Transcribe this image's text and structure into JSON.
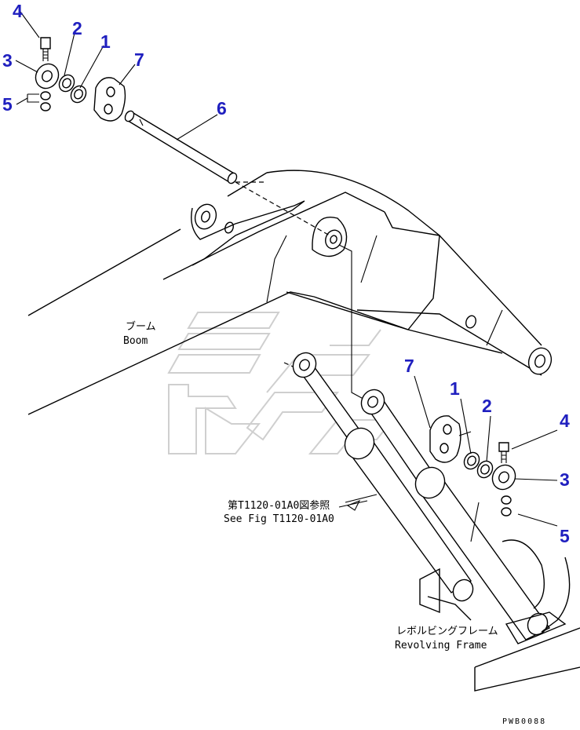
{
  "callouts": {
    "top": {
      "c4": "4",
      "c2": "2",
      "c1": "1",
      "c7": "7",
      "c3": "3",
      "c5": "5",
      "c6": "6"
    },
    "right": {
      "c7": "7",
      "c1": "1",
      "c2": "2",
      "c4": "4",
      "c3": "3",
      "c5": "5"
    }
  },
  "labels": {
    "boom_jp": "ブーム",
    "boom_en": "Boom",
    "ref_jp": "第T1120-01A0図参照",
    "ref_en": "See Fig T1120-01A0",
    "frame_jp": "レボルビングフレーム",
    "frame_en": "Revolving Frame"
  },
  "drawing_code": "PWB0088",
  "colors": {
    "callout": "#1f1fbf",
    "line": "#000000",
    "watermark": "#cfcfcf"
  }
}
